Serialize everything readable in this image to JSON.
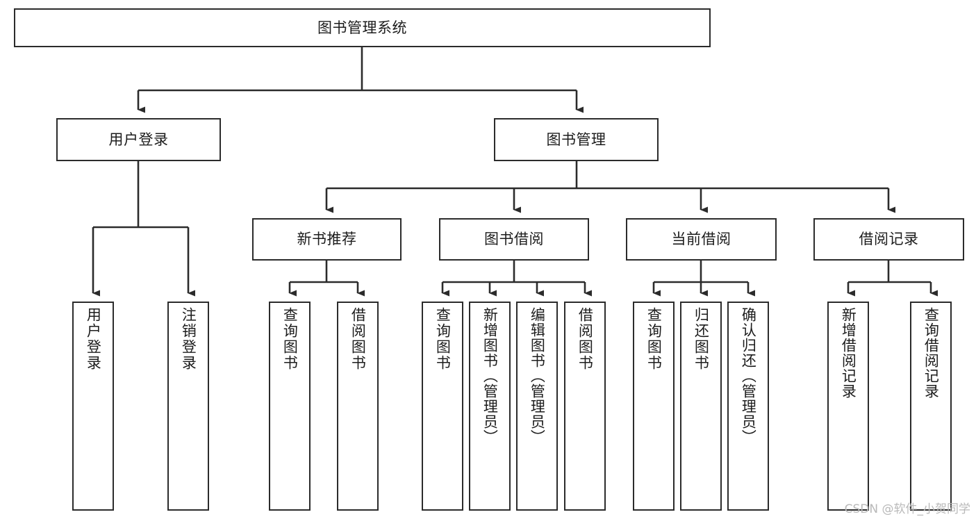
{
  "diagram": {
    "type": "tree-hierarchy",
    "title": "图书管理系统",
    "root": {
      "id": "root",
      "label": "图书管理系统"
    },
    "level1": [
      {
        "id": "user-login",
        "label": "用户登录"
      },
      {
        "id": "book-management",
        "label": "图书管理"
      }
    ],
    "level2": [
      {
        "id": "new-book-recommend",
        "label": "新书推荐",
        "parent": "book-management"
      },
      {
        "id": "book-borrow",
        "label": "图书借阅",
        "parent": "book-management"
      },
      {
        "id": "current-borrow",
        "label": "当前借阅",
        "parent": "book-management"
      },
      {
        "id": "borrow-record",
        "label": "借阅记录",
        "parent": "book-management"
      }
    ],
    "leaves": [
      {
        "id": "leaf-user-login",
        "label": "用户登录",
        "parent": "user-login"
      },
      {
        "id": "leaf-logout-login",
        "label": "注销登录",
        "parent": "user-login"
      },
      {
        "id": "leaf-query-book-1",
        "label": "查询图书",
        "parent": "new-book-recommend"
      },
      {
        "id": "leaf-borrow-book-1",
        "label": "借阅图书",
        "parent": "new-book-recommend"
      },
      {
        "id": "leaf-query-book-2",
        "label": "查询图书",
        "parent": "book-borrow"
      },
      {
        "id": "leaf-add-book",
        "label": "新增图书（管理员）",
        "parent": "book-borrow"
      },
      {
        "id": "leaf-edit-book",
        "label": "编辑图书（管理员）",
        "parent": "book-borrow"
      },
      {
        "id": "leaf-borrow-book-2",
        "label": "借阅图书",
        "parent": "book-borrow"
      },
      {
        "id": "leaf-query-book-3",
        "label": "查询图书",
        "parent": "current-borrow"
      },
      {
        "id": "leaf-return-book",
        "label": "归还图书",
        "parent": "current-borrow"
      },
      {
        "id": "leaf-confirm-return",
        "label": "确认归还（管理员）",
        "parent": "current-borrow"
      },
      {
        "id": "leaf-add-record",
        "label": "新增借阅记录",
        "parent": "borrow-record"
      },
      {
        "id": "leaf-query-record",
        "label": "查询借阅记录",
        "parent": "borrow-record"
      }
    ],
    "colors": {
      "stroke": "#2b2b2b",
      "fill": "#ffffff",
      "text": "#1c1c1c",
      "watermark": "#b9b9b9"
    }
  },
  "watermark": {
    "text": "CSDN @软件_小贺同学"
  }
}
